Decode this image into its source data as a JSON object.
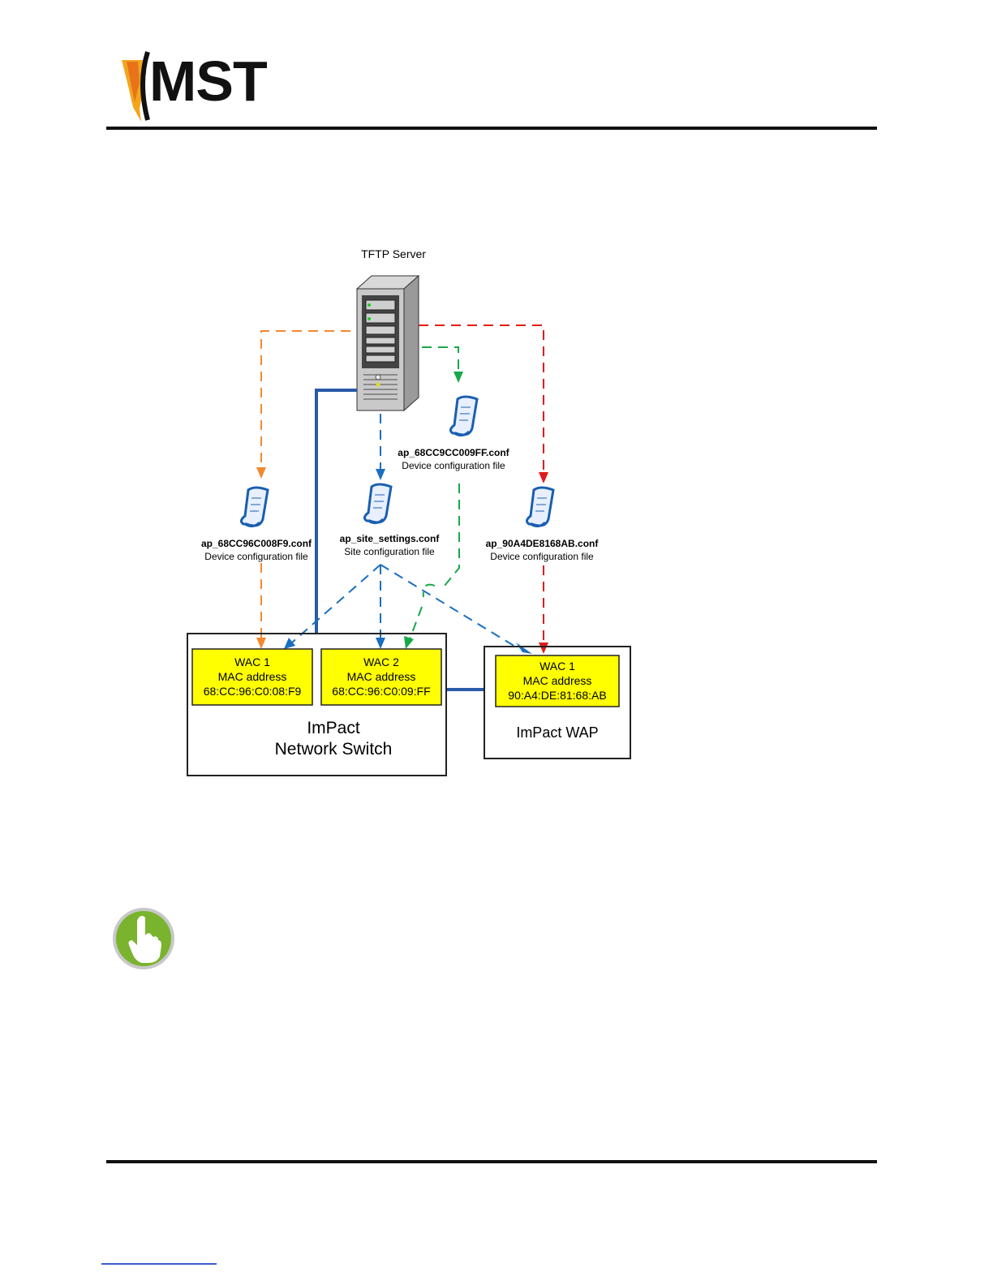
{
  "header": {
    "logo_text": "MST"
  },
  "diagram": {
    "server_label": "TFTP Server",
    "files": [
      {
        "name": "ap_68CC96C008F9.conf",
        "desc": "Device configuration file"
      },
      {
        "name": "ap_site_settings.conf",
        "desc": "Site configuration file"
      },
      {
        "name": "ap_68CC9CC009FF.conf",
        "desc": "Device configuration file"
      },
      {
        "name": "ap_90A4DE8168AB.conf",
        "desc": "Device configuration file"
      }
    ],
    "devices": {
      "switch": {
        "line1": "ImPact",
        "line2": "Network Switch",
        "wacs": [
          {
            "title": "WAC 1",
            "mac_label": "MAC address",
            "mac": "68:CC:96:C0:08:F9"
          },
          {
            "title": "WAC 2",
            "mac_label": "MAC address",
            "mac": "68:CC:96:C0:09:FF"
          }
        ]
      },
      "wap": {
        "label": "ImPact WAP",
        "wac": {
          "title": "WAC 1",
          "mac_label": "MAC address",
          "mac": "90:A4:DE:81:68:AB"
        }
      }
    },
    "colors": {
      "orange": "#f08a30",
      "blue": "#1a6fc0",
      "green": "#18a84a",
      "red": "#e01b1b",
      "link": "#2a5aa8",
      "wac_fill": "#ffff00"
    }
  },
  "tip": {
    "icon": "pointing-hand-icon"
  }
}
